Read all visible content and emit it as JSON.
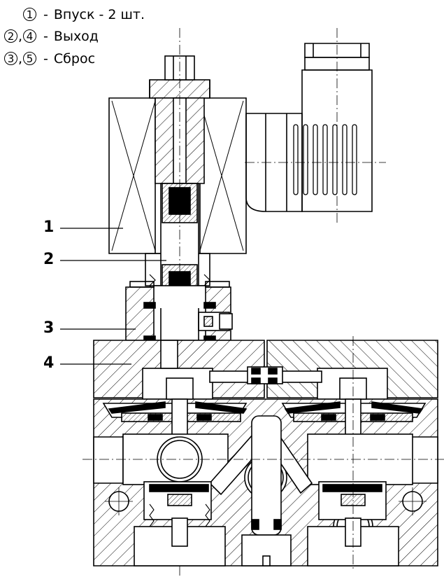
{
  "legend": [
    {
      "nums": [
        "1"
      ],
      "sep": "",
      "text": "Впуск - 2 шт."
    },
    {
      "nums": [
        "2",
        "4"
      ],
      "sep": ",",
      "text": "Выход"
    },
    {
      "nums": [
        "3",
        "5"
      ],
      "sep": ",",
      "text": "Сброс"
    }
  ],
  "legend_dash": "-",
  "callouts": [
    {
      "label": "1",
      "part": "coil"
    },
    {
      "label": "2",
      "part": "plunger-tube"
    },
    {
      "label": "3",
      "part": "pilot-body"
    },
    {
      "label": "4",
      "part": "valve-body"
    }
  ]
}
